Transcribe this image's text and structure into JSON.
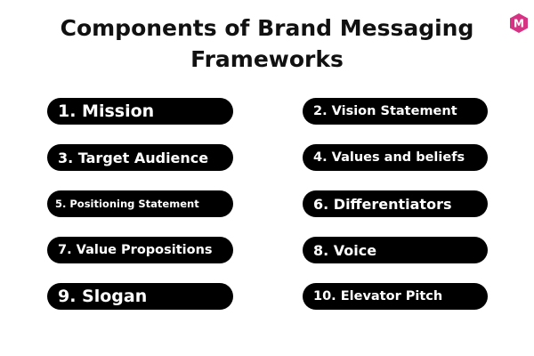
{
  "title": {
    "line1": "Components of Brand Messaging",
    "line2": "Frameworks"
  },
  "logo": {
    "letter": "M",
    "color": "#d63384",
    "icon": "m-logo-icon"
  },
  "components": [
    {
      "label": "1. Mission"
    },
    {
      "label": "2. Vision Statement"
    },
    {
      "label": "3. Target Audience"
    },
    {
      "label": "4. Values and beliefs"
    },
    {
      "label": "5.  Positioning Statement"
    },
    {
      "label": "6. Differentiators"
    },
    {
      "label": "7. Value Propositions"
    },
    {
      "label": "8. Voice"
    },
    {
      "label": "9. Slogan"
    },
    {
      "label": "10. Elevator Pitch"
    }
  ]
}
